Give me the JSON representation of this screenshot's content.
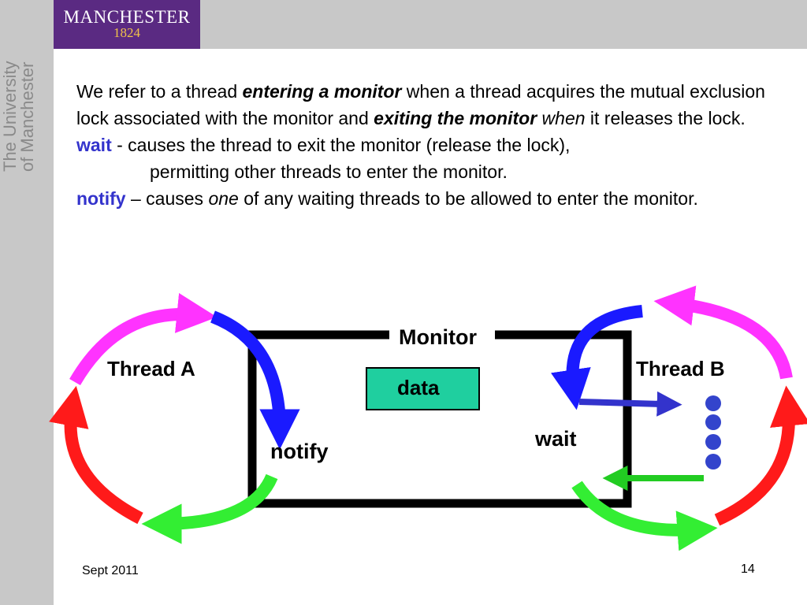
{
  "logo": {
    "name": "MANCHESTER",
    "year": "1824"
  },
  "sidebar": {
    "line1": "The University",
    "line2": "of Manchester"
  },
  "text": {
    "p1_a": "We refer to a thread ",
    "p1_b": "entering a monitor",
    "p1_c": " when a thread acquires the mutual exclusion lock associated with the monitor and ",
    "p1_d": "exiting the monitor",
    "p1_e": " when",
    "p1_f": " it releases the lock.",
    "wait_kw": "wait",
    "wait_a": " - causes the thread to exit the monitor (release the lock),",
    "wait_b": "permitting other threads to enter the monitor.",
    "notify_kw": "notify",
    "notify_a": " – causes ",
    "notify_b": "one",
    "notify_c": " of any waiting threads to be allowed to enter the monitor."
  },
  "diagram": {
    "monitor_label": "Monitor",
    "data_label": "data",
    "thread_a": "Thread A",
    "thread_b": "Thread B",
    "notify_label": "notify",
    "wait_label": "wait"
  },
  "colors": {
    "brand": "#5a2a82",
    "keyword": "#3333cc",
    "magenta": "#ff33ff",
    "red": "#ff1a1a",
    "blue": "#1a1aff",
    "green": "#33ee33",
    "data_box": "#1fcf9f",
    "dots": "#3344cc"
  },
  "footer": {
    "date": "Sept 2011",
    "page": "14"
  }
}
